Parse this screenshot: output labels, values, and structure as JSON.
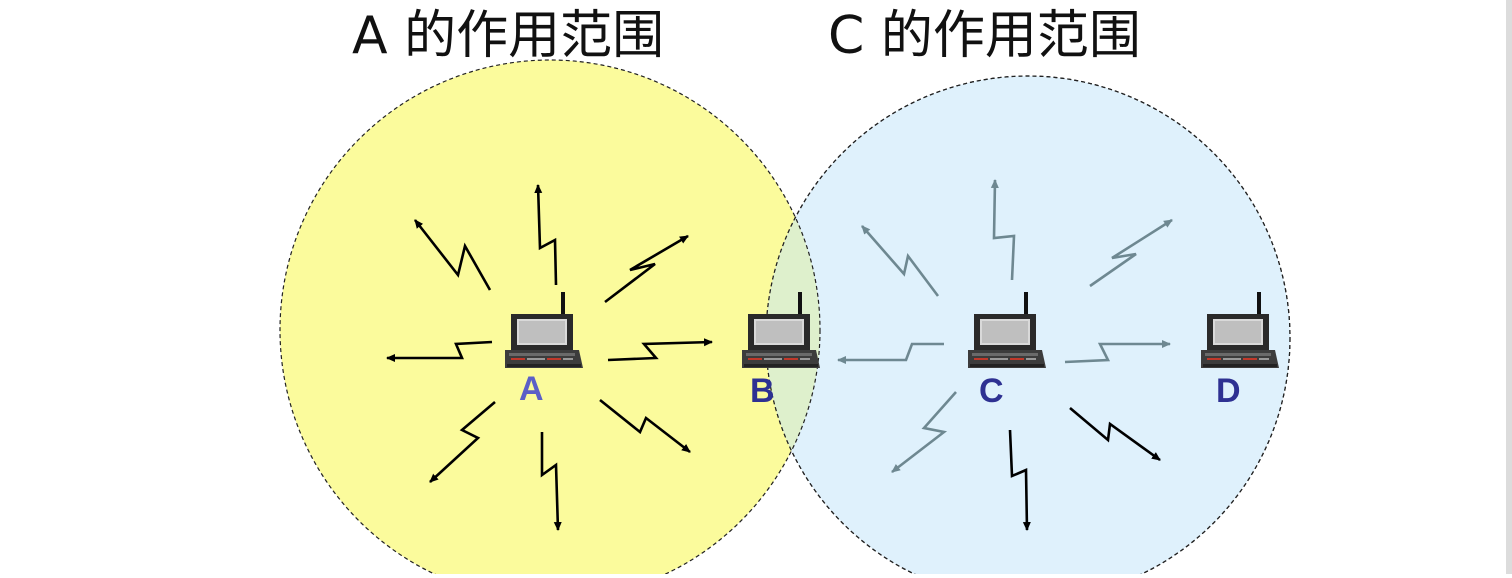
{
  "titles": {
    "a_range": "A 的作用范围",
    "c_range": "C 的作用范围"
  },
  "colors": {
    "circle_a_fill": "#fbfb9c",
    "circle_c_fill": "#dff1fc",
    "overlap_fill": "#def0cc",
    "label_color": "#2e3192",
    "arrow_black": "#000000",
    "arrow_gray": "#6e8891"
  },
  "nodes": [
    {
      "id": "A",
      "label": "A",
      "icon": "laptop-icon"
    },
    {
      "id": "B",
      "label": "B",
      "icon": "laptop-icon"
    },
    {
      "id": "C",
      "label": "C",
      "icon": "laptop-icon"
    },
    {
      "id": "D",
      "label": "D",
      "icon": "laptop-icon"
    }
  ]
}
